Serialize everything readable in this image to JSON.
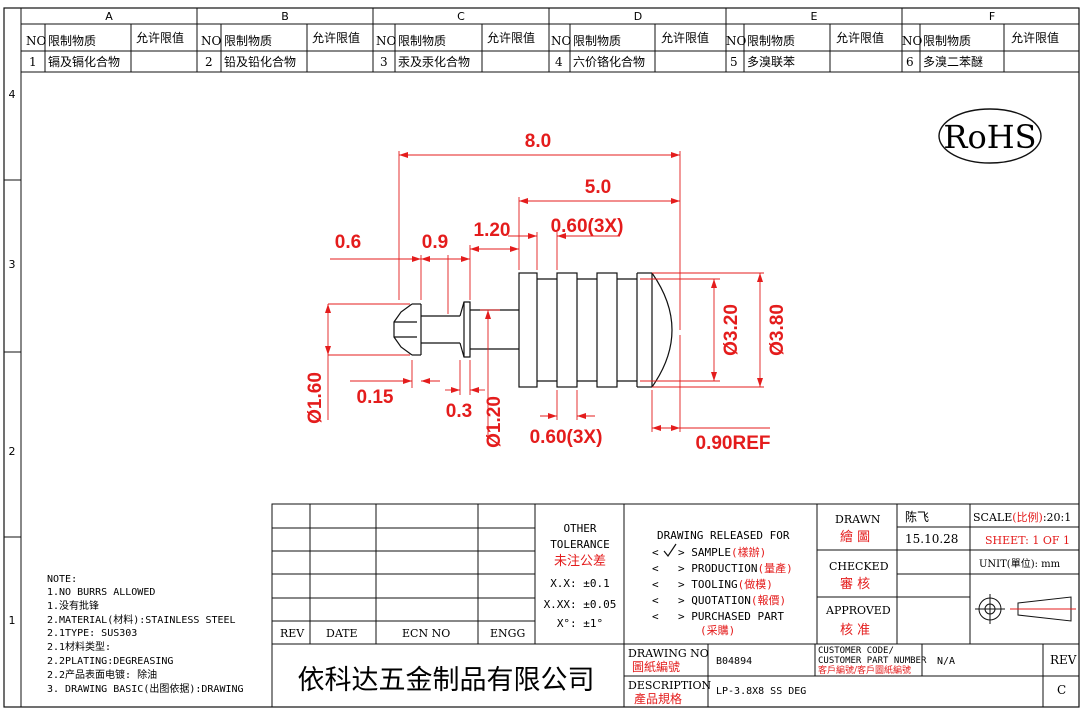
{
  "zones": {
    "cols": [
      "A",
      "B",
      "C",
      "D",
      "E",
      "F"
    ],
    "rows": [
      "4",
      "3",
      "2",
      "1"
    ]
  },
  "restricted_table": {
    "col_no": "NO",
    "col_substance": "限制物质",
    "col_limit": "允许限值",
    "items": [
      {
        "no": "1",
        "name": "镉及镉化合物"
      },
      {
        "no": "2",
        "name": "铅及铅化合物"
      },
      {
        "no": "3",
        "name": "汞及汞化合物"
      },
      {
        "no": "4",
        "name": "六价铬化合物"
      },
      {
        "no": "5",
        "name": "多溴联苯"
      },
      {
        "no": "6",
        "name": "多溴二苯醚"
      }
    ]
  },
  "rohs": "RoHS",
  "dimensions": {
    "overall": "8.0",
    "body": "5.0",
    "groove_w": "0.60(3X)",
    "step": "1.20",
    "d06": "0.6",
    "d09": "0.9",
    "d015": "0.15",
    "d03": "0.3",
    "phi160": "Ø1.60",
    "phi120": "Ø1.20",
    "phi320": "Ø3.20",
    "phi380": "Ø3.80",
    "land_w": "0.60(3X)",
    "ref": "0.90REF"
  },
  "notes": {
    "title": "NOTE:",
    "lines": [
      "1.NO BURRS ALLOWED",
      "1.没有批锋",
      "2.MATERIAL(材料):STAINLESS STEEL",
      "2.1TYPE: SUS303",
      "2.1材料类型:",
      "2.2PLATING:DEGREASING",
      "2.2产品表面电镀: 除油",
      "3. DRAWING BASIC(出图依据):DRAWING"
    ]
  },
  "title_block": {
    "rev": "REV",
    "date": "DATE",
    "ecn": "ECN NO",
    "engg": "ENGG",
    "other": "OTHER",
    "tolerance": "TOLERANCE",
    "unspec_tol": "未注公差",
    "tol_xx": "X.X: ±0.1",
    "tol_xxx": "X.XX: ±0.05",
    "tol_ang": "X°: ±1°",
    "released_for": "DRAWING RELEASED FOR",
    "opt_sample": "SAMPLE",
    "opt_sample_cn": "(樣辦)",
    "opt_production": "PRODUCTION",
    "opt_production_cn": "(量產)",
    "opt_tooling": "TOOLING",
    "opt_tooling_cn": "(做模)",
    "opt_quotation": "QUOTATION",
    "opt_quotation_cn": "(報價)",
    "opt_purchased": "PURCHASED PART",
    "opt_purchased_cn": "(采購)",
    "drawn": "DRAWN",
    "drawn_cn": "繪 圖",
    "drawn_by": "陈飞",
    "drawn_date": "15.10.28",
    "checked": "CHECKED",
    "checked_cn": "審 核",
    "approved": "APPROVED",
    "approved_cn": "核 准",
    "scale_label": "SCALE",
    "scale_cn": "(比例)",
    "scale_value": ":20:1",
    "sheet": "SHEET:  1 OF 1",
    "unit_label": "UNIT(單位): mm",
    "company": "依科达五金制品有限公司",
    "drawing_no": "DRAWING NO",
    "drawing_no_cn": "圖紙編號",
    "drawing_no_value": "B04894",
    "customer_code": "CUSTOMER CODE/",
    "customer_part": "CUSTOMER PART NUMBER",
    "customer_cn": "客戶編號/客戶圖紙編號",
    "customer_value": "N/A",
    "description": "DESCRIPTION",
    "description_cn": "產品規格",
    "description_value": "LP-3.8X8 SS DEG",
    "rev_value": "C"
  },
  "colors": {
    "dimension": "#e41c1c",
    "line": "#111111",
    "centerline": "#e41c1c"
  }
}
